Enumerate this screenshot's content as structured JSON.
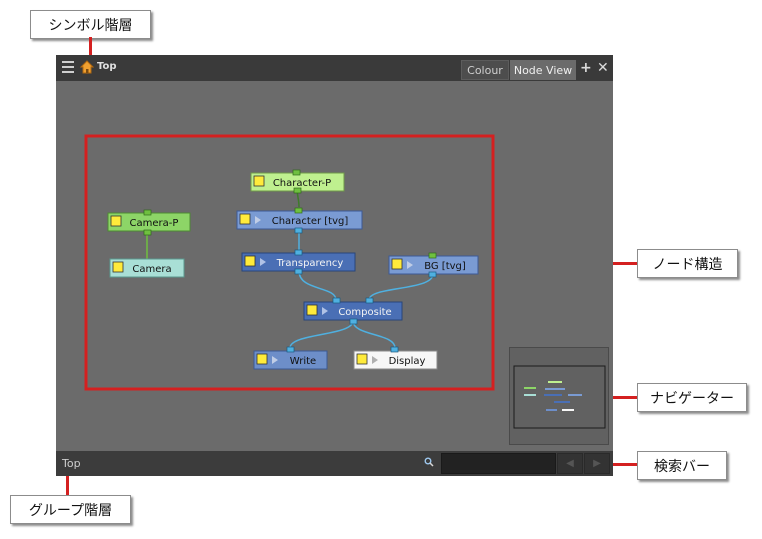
{
  "callouts": {
    "symbol_hierarchy": "シンボル階層",
    "node_structure": "ノード構造",
    "navigator": "ナビゲーター",
    "search_bar": "検索バー",
    "group_hierarchy": "グループ階層"
  },
  "titlebar": {
    "breadcrumb": "Top",
    "tabs": [
      {
        "label": "Colour",
        "active": false
      },
      {
        "label": "Node View",
        "active": true
      }
    ]
  },
  "nodes": [
    {
      "id": "character_p",
      "label": "Character-P",
      "kind": "peg"
    },
    {
      "id": "camera_p",
      "label": "Camera-P",
      "kind": "peg"
    },
    {
      "id": "character_tvg",
      "label": "Character  [tvg]",
      "kind": "drawing"
    },
    {
      "id": "camera",
      "label": "Camera",
      "kind": "camera"
    },
    {
      "id": "transparency",
      "label": "Transparency",
      "kind": "effect"
    },
    {
      "id": "bg_tvg",
      "label": "BG  [tvg]",
      "kind": "drawing"
    },
    {
      "id": "composite",
      "label": "Composite",
      "kind": "composite"
    },
    {
      "id": "write",
      "label": "Write",
      "kind": "output"
    },
    {
      "id": "display",
      "label": "Display",
      "kind": "display"
    }
  ],
  "statusbar": {
    "group_path": "Top",
    "search_value": ""
  },
  "colors": {
    "highlight": "#d42020",
    "panel_bg": "#6b6b6b",
    "peg_node": "#a6e37a",
    "drawing_node": "#6d8ec9",
    "composite_node": "#4a6fb5",
    "camera_node": "#9fd6cf",
    "connection": "#4fb0e0"
  }
}
